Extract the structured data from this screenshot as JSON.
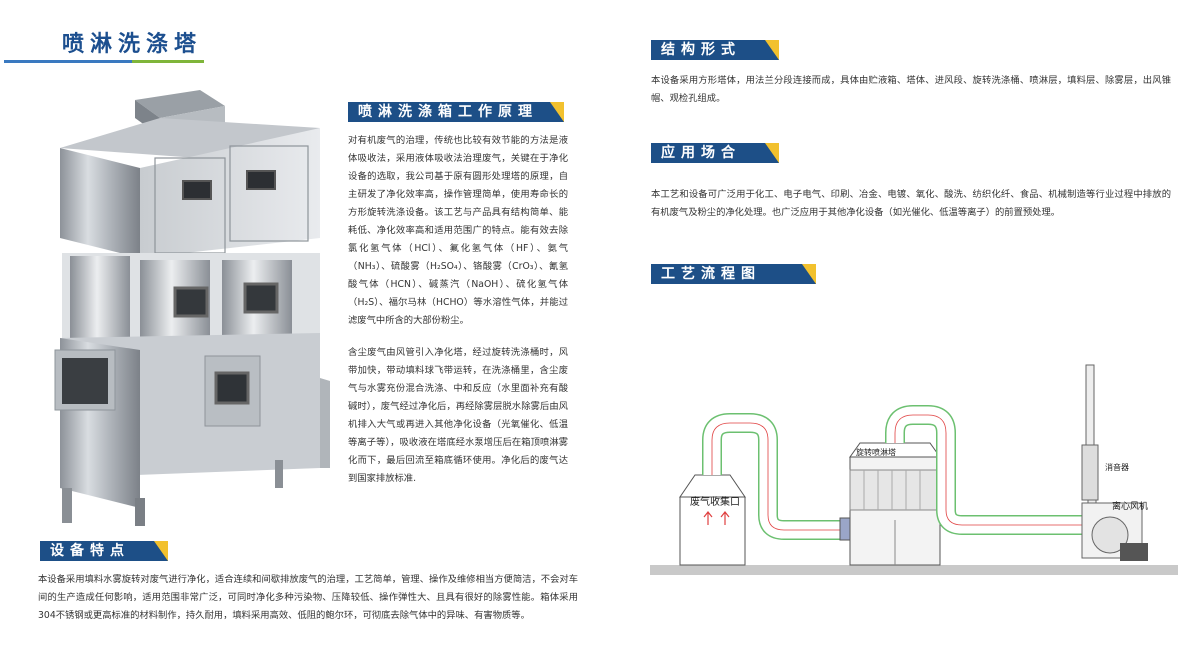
{
  "title": "喷淋洗涤塔",
  "principle": {
    "heading": "喷淋洗涤箱工作原理",
    "para1": "对有机废气的治理，传统也比较有效节能的方法是液体吸收法，采用液体吸收法治理废气，关键在于净化设备的选取，我公司基于原有圆形处理塔的原理，自主研发了净化效率高，操作管理简单，使用寿命长的方形旋转洗涤设备。该工艺与产品具有结构简单、能耗低、净化效率高和适用范围广的特点。能有效去除氯化氢气体（HCl）、氟化氢气体（HF）、氨气（NH₃）、硫酸雾（H₂SO₄）、铬酸雾（CrO₃）、氰氢酸气体（HCN）、碱蒸汽（NaOH）、硫化氢气体（H₂S）、福尔马林（HCHO）等水溶性气体，并能过滤废气中所含的大部份粉尘。",
    "para2": "含尘废气由风管引入净化塔，经过旋转洗涤桶时，风带加快，带动填料球飞带运转，在洗涤桶里，含尘废气与水雾充份混合洗涤、中和反应（水里面补充有酸碱时），废气经过净化后，再经除雾层脱水除雾后由风机排入大气或再进入其他净化设备（光氧催化、低温等离子等），吸收液在塔底经水泵增压后在箱顶喷淋雾化而下，最后回流至箱底循环使用。净化后的废气达到国家排放标准."
  },
  "features": {
    "heading": "设备特点",
    "text": "本设备采用填料水雾旋转对废气进行净化，适合连续和间歇排放废气的治理，工艺简单，管理、操作及维修相当方便简洁，不会对车间的生产造成任何影响，适用范围非常广泛，可同时净化多种污染物、压降较低、操作弹性大、且具有很好的除雾性能。箱体采用304不锈钢或更高标准的材料制作，持久耐用，填料采用高效、低阻的鲍尔环，可彻底去除气体中的异味、有害物质等。"
  },
  "structure": {
    "heading": "结构形式",
    "text": "本设备采用方形塔体，用法兰分段连接而成，具体由贮液箱、塔体、进风段、旋转洗涤桶、喷淋层，填料层、除雾层，出风锥帽、观检孔组成。"
  },
  "application": {
    "heading": "应用场合",
    "text": "本工艺和设备可广泛用于化工、电子电气、印刷、冶金、电镀、氧化、酸洗、纺织化纤、食品、机械制造等行业过程中排放的有机废气及粉尘的净化处理。也广泛应用于其他净化设备（如光催化、低温等离子）的前置预处理。"
  },
  "process": {
    "heading": "工艺流程图",
    "labels": {
      "collector": "废气收集口",
      "tower": "旋转喷淋塔",
      "silencer": "消音器",
      "fan": "离心风机"
    }
  },
  "colors": {
    "label_bg": "#1d4f87",
    "accent_yellow": "#f2c12e",
    "title_blue": "#1c4f8f",
    "duct_green": "#6cc070",
    "duct_red": "#e04040"
  }
}
